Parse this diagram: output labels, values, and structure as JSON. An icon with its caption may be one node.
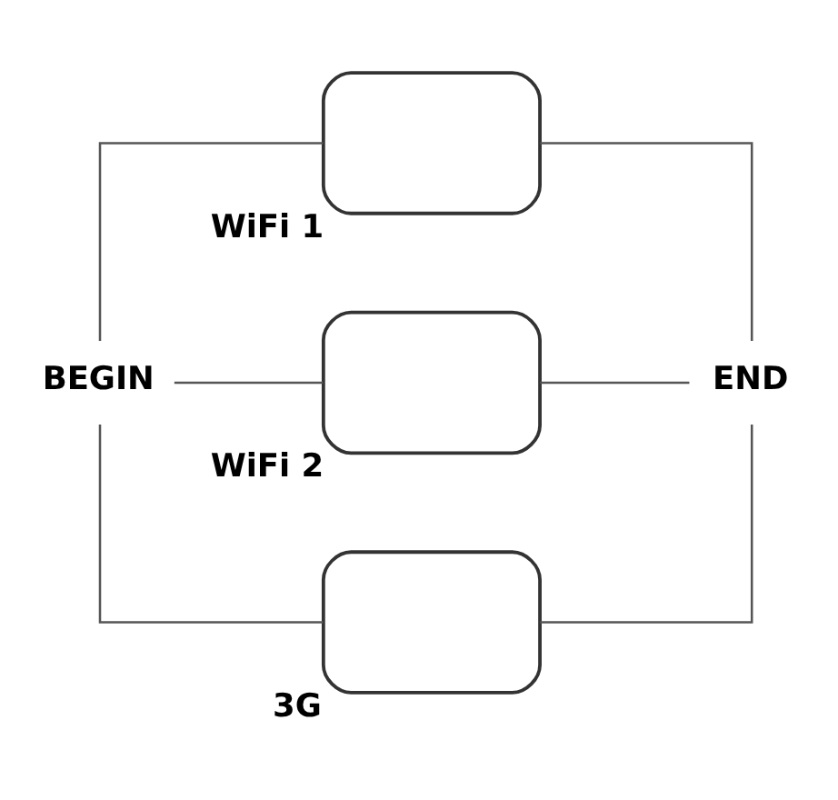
{
  "diagram": {
    "nodes": [
      {
        "text": [
          "BEGIN"
        ]
      },
      {
        "text": [],
        "shape": "box",
        "beside": [
          "WiFi 1"
        ]
      },
      {
        "text": [],
        "shape": "box",
        "beside": [
          "WiFi 2"
        ]
      },
      {
        "text": [],
        "shape": "box",
        "beside": [
          "3G"
        ]
      },
      {
        "text": [
          "END"
        ]
      }
    ],
    "edges": [
      {
        "from": 0,
        "to": 1,
        "arrow": "none"
      },
      {
        "from": 0,
        "to": 2,
        "arrow": "none"
      },
      {
        "from": 0,
        "to": 3,
        "arrow": "none"
      },
      {
        "from": 1,
        "to": 4,
        "arrow": "none"
      },
      {
        "from": 2,
        "to": 4,
        "arrow": "none"
      },
      {
        "from": 3,
        "to": 4,
        "arrow": "none"
      }
    ]
  }
}
